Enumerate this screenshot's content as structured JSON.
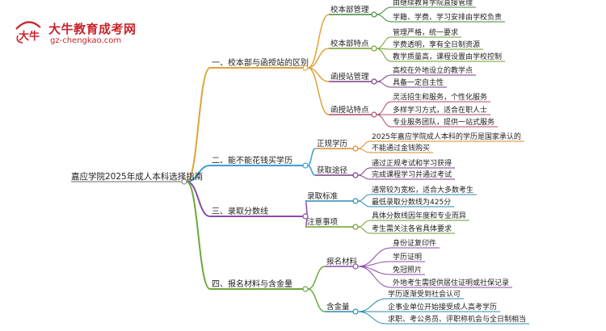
{
  "brand": {
    "name": "大牛教育成考网",
    "url": "gz-chengkao.com",
    "mark_text": "大牛",
    "colors": {
      "brand_red": "#c8242b"
    }
  },
  "root": {
    "label": "嘉应学院2025年成人本科选择指南"
  },
  "branches": [
    {
      "label": "一、校本部与函授站的区别",
      "color": "#e0a33a",
      "children": [
        {
          "label": "校本部管理",
          "color": "#3f8a3a",
          "leaves": [
            "由继续教育学院直接管理",
            "学籍、学费、学习安排由学校负责"
          ]
        },
        {
          "label": "校本部特点",
          "color": "#6a9e2a",
          "leaves": [
            "管理严格，统一要求",
            "学费透明，享有全日制资源",
            "教学质量高，课程设置由学校控制"
          ]
        },
        {
          "label": "函授站管理",
          "color": "#7a3a8a",
          "leaves": [
            "高校在外地设立的教学点",
            "具备一定自主性"
          ]
        },
        {
          "label": "函授站特点",
          "color": "#b04a6a",
          "leaves": [
            "灵活招生和服务，个性化服务",
            "多样学习方式，适合在职人士",
            "专业服务团队，提供一站式服务"
          ]
        }
      ]
    },
    {
      "label": "二、能不能花钱买学历",
      "color": "#3a9ed8",
      "children": [
        {
          "label": "正规学历",
          "color": "#d88a2a",
          "leaves": [
            "2025年嘉应学院成人本科的学历是国家承认的",
            "不能通过金钱购买"
          ]
        },
        {
          "label": "获取途径",
          "color": "#7a3a8a",
          "leaves": [
            "通过正规考试和学习获得",
            "完成课程学习并通过考试"
          ]
        }
      ]
    },
    {
      "label": "三、录取分数线",
      "color": "#8a4aa8",
      "children": [
        {
          "label": "录取标准",
          "color": "#2a8ab0",
          "leaves": [
            "通常较为宽松，适合大多数考生",
            "最低录取分数线为425分"
          ]
        },
        {
          "label": "注意事项",
          "color": "#6a9e2a",
          "leaves": [
            "具体分数线因年度和专业而异",
            "考生需关注各省具体要求"
          ]
        }
      ]
    },
    {
      "label": "四、报名材料与含金量",
      "color": "#6aa83a",
      "children": [
        {
          "label": "报名材料",
          "color": "#8a4aa8",
          "leaves": [
            "身份证复印件",
            "学历证明",
            "免冠照片",
            "外地考生需提供居住证明或社保记录"
          ]
        },
        {
          "label": "含金量",
          "color": "#2a8ab0",
          "leaves": [
            "学历逐渐受到社会认可",
            "企事业单位开始接受成人高考学历",
            "求职、考公务员、评职称机会与全日制相当"
          ]
        }
      ]
    }
  ]
}
